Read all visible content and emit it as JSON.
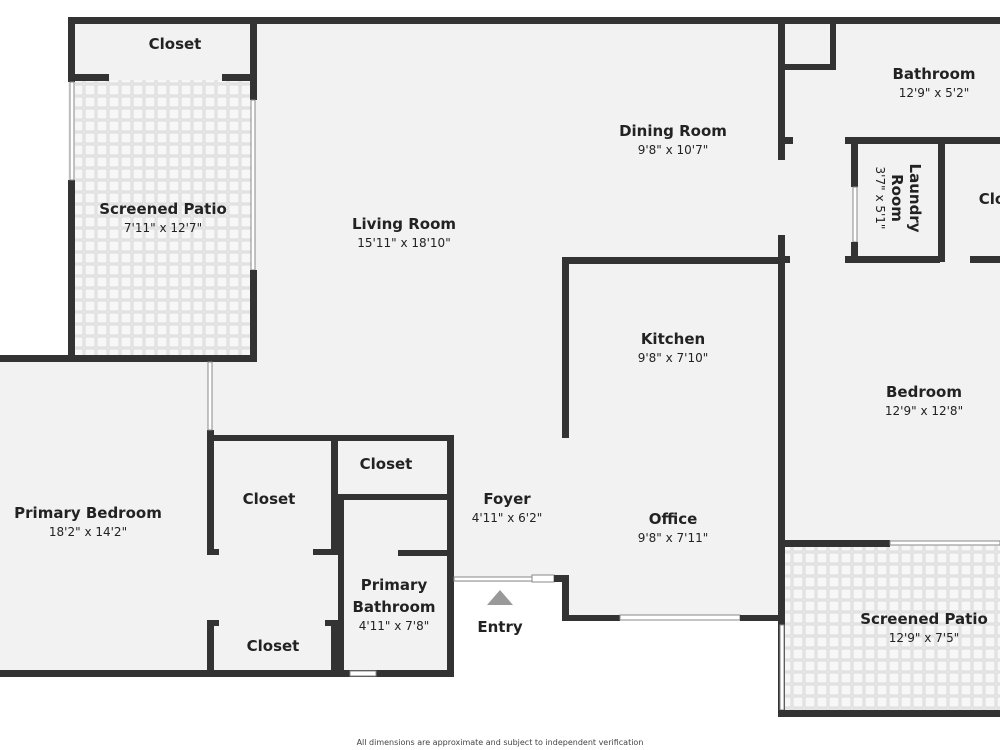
{
  "rooms": [
    {
      "id": "closet-top",
      "name": "Closet",
      "dims": ""
    },
    {
      "id": "screened-patio-left",
      "name": "Screened Patio",
      "dims": "7'11\" x 12'7\""
    },
    {
      "id": "living-room",
      "name": "Living Room",
      "dims": "15'11\" x 18'10\""
    },
    {
      "id": "dining-room",
      "name": "Dining Room",
      "dims": "9'8\" x 10'7\""
    },
    {
      "id": "bathroom",
      "name": "Bathroom",
      "dims": "12'9\" x 5'2\""
    },
    {
      "id": "laundry-room",
      "name": "Laundry Room",
      "name_line1": "Laundry",
      "name_line2": "Room",
      "dims": "3'7\" x 5'1\""
    },
    {
      "id": "closet-right",
      "name": "Clo",
      "dims": ""
    },
    {
      "id": "kitchen",
      "name": "Kitchen",
      "dims": "9'8\" x 7'10\""
    },
    {
      "id": "bedroom",
      "name": "Bedroom",
      "dims": "12'9\" x 12'8\""
    },
    {
      "id": "primary-bedroom",
      "name": "Primary Bedroom",
      "dims": "18'2\" x 14'2\""
    },
    {
      "id": "closet-mid-left",
      "name": "Closet",
      "dims": ""
    },
    {
      "id": "closet-mid-right",
      "name": "Closet",
      "dims": ""
    },
    {
      "id": "foyer",
      "name": "Foyer",
      "dims": "4'11\" x 6'2\""
    },
    {
      "id": "office",
      "name": "Office",
      "dims": "9'8\" x 7'11\""
    },
    {
      "id": "primary-bathroom",
      "name": "Primary Bathroom",
      "name_line1": "Primary",
      "name_line2": "Bathroom",
      "dims": "4'11\" x 7'8\""
    },
    {
      "id": "closet-bottom",
      "name": "Closet",
      "dims": ""
    },
    {
      "id": "screened-patio-right",
      "name": "Screened Patio",
      "dims": "12'9\" x 7'5\""
    }
  ],
  "entry_label": "Entry",
  "disclaimer": "All dimensions are approximate and subject to independent verification",
  "colors": {
    "wall": "#333333",
    "floor": "#f2f2f2",
    "patio": "#e6e6e6"
  }
}
